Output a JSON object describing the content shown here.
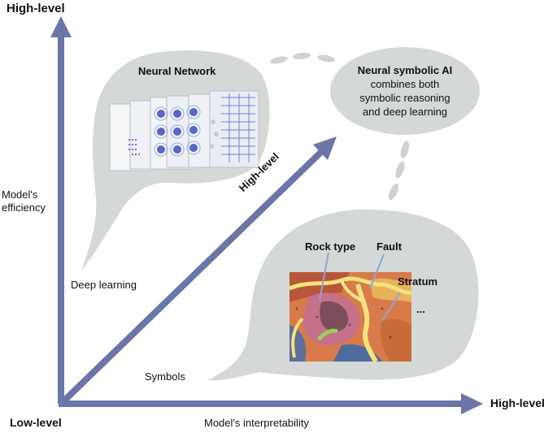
{
  "axes": {
    "y_top_label": "High-level",
    "y_label_line1": "Model's",
    "y_label_line2": "efficiency",
    "origin_label": "Low-level",
    "x_right_label": "High-level",
    "x_label": "Model's interpretability",
    "diagonal_label": "High-level"
  },
  "bubbles": {
    "neural_network": {
      "title": "Neural Network",
      "caption": "Deep learning"
    },
    "neural_symbolic": {
      "title": "Neural  symbolic AI",
      "line1": "combines both",
      "line2": "symbolic reasoning",
      "line3": "and deep learning"
    },
    "symbols": {
      "caption": "Symbols",
      "rock_type": "Rock type",
      "fault": "Fault",
      "stratum": "Stratum",
      "ellipsis": "..."
    }
  },
  "colors": {
    "axis": "#6b75a8",
    "bubble": "#d4d8d7",
    "leader": "#8fa3d8"
  }
}
